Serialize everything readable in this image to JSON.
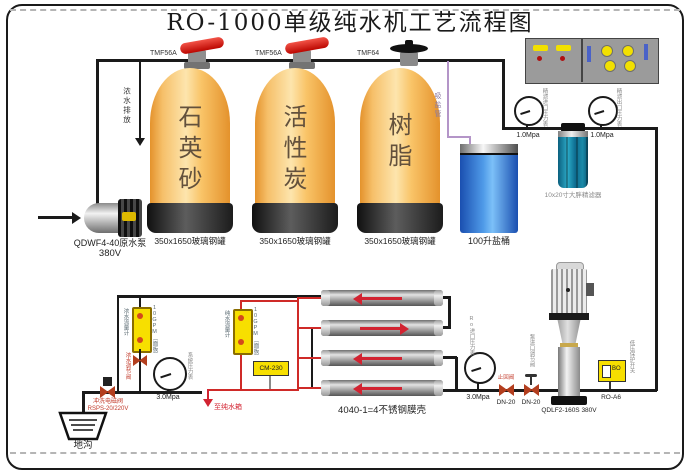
{
  "title": "RO-1000单级纯水机工艺流程图",
  "tanks": [
    {
      "valve_model": "TMF56A",
      "media": "石英砂",
      "spec": "350x1650玻璃钢罐"
    },
    {
      "valve_model": "TMF56A",
      "media": "活性炭",
      "spec": "350x1650玻璃钢罐"
    },
    {
      "valve_model": "TMF64",
      "media": "树脂",
      "spec": "350x1650玻璃钢罐"
    }
  ],
  "raw_pump": {
    "model": "QDWF4-40原水泵",
    "voltage": "380V"
  },
  "labels": {
    "concentrate_drain": "浓水排放",
    "salt_pipe": "吸盐管",
    "salt_barrel": "100升盐桶",
    "floor_drain": "地沟",
    "to_pure_tank": "至纯水箱"
  },
  "precision_filter": {
    "label": "10x20寸大胖精滤器",
    "inlet_gauge": {
      "value": "1.0Mpa",
      "name": "精滤进口压力表"
    },
    "outlet_gauge": {
      "value": "1.0Mpa",
      "name": "精滤出口压力表"
    }
  },
  "membranes": {
    "label": "4040-1=4不锈钢膜壳"
  },
  "hp_pump": {
    "model": "QDLF2-160S 380V"
  },
  "gauges": {
    "system": {
      "value": "3.0Mpa",
      "name": "系统压力表"
    },
    "ro_inlet": {
      "value": "3.0Mpa",
      "name": "Ro进口压力表"
    }
  },
  "flowmeters": {
    "concentrate": {
      "name": "浓水流量计",
      "spec": "10GPM（面板）"
    },
    "pure": {
      "name": "纯水流量计",
      "spec": "10GPM（面板）"
    }
  },
  "valves": {
    "concentrate_regulator": "浓水调节阀",
    "check_valve": "止回阀",
    "check_valve_size": "DN-20",
    "pump_inlet_regulator": "泵进口调节阀",
    "pump_inlet_size": "DN-20",
    "flush_solenoid": "冲洗电磁阀",
    "flush_solenoid_model": "RSPS-20/220V"
  },
  "sensors": {
    "conductivity": "CM-230",
    "low_pressure_switch_model": "RO-A6",
    "low_pressure_switch_name": "低压保护开关",
    "switch_glyph": "BO"
  },
  "colors": {
    "pipe_black": "#1a1a1a",
    "permeate_red": "#cf2a28",
    "salt_line_purple": "#b495c8",
    "tank_orange": "#f9c468",
    "flowmeter_yellow": "#f7df00",
    "barrel_blue": "#2a6fd6",
    "panel_gray": "#9b9b9b"
  }
}
